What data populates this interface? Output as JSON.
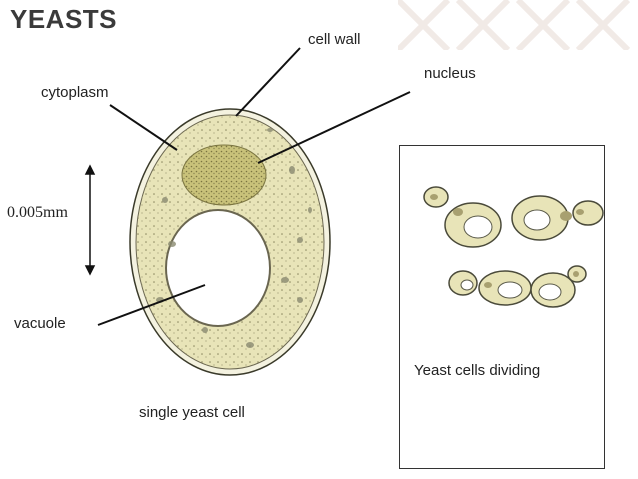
{
  "slide": {
    "title": "YEASTS"
  },
  "labels": {
    "cell_wall": "cell wall",
    "nucleus": "nucleus",
    "cytoplasm": "cytoplasm",
    "scale": "0.005mm",
    "vacuole": "vacuole",
    "single_cell_caption": "single yeast cell",
    "dividing_caption": "Yeast cells dividing"
  },
  "colors": {
    "cytoplasm_fill": "#e8e4b8",
    "nucleus_fill": "#c9c27a",
    "cell_wall": "#3a3a2a",
    "decor_x": "#f2ece8"
  }
}
